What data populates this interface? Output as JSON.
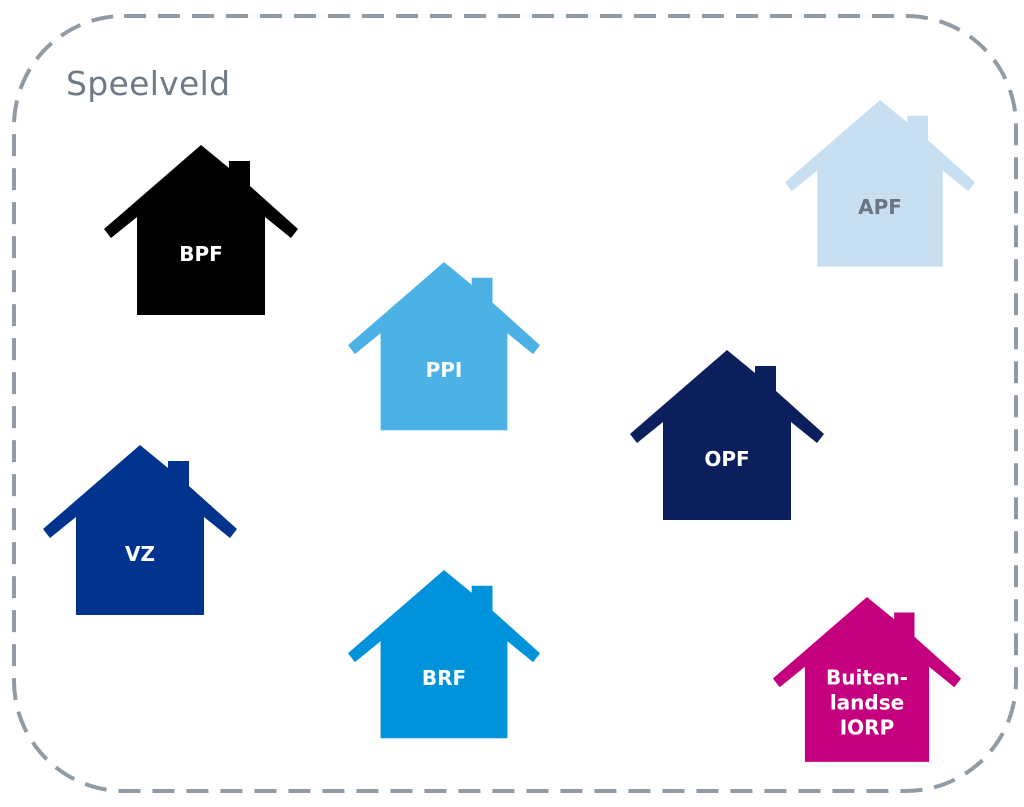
{
  "playing_field": {
    "title": "Speelveld",
    "border_color": "#909ba6"
  },
  "houses": [
    {
      "id": "bpf",
      "label": "BPF",
      "color": "#000000",
      "text_color": "#ffffff"
    },
    {
      "id": "apf",
      "label": "APF",
      "color": "#c8dff2",
      "text_color": "#6b7683"
    },
    {
      "id": "ppi",
      "label": "PPI",
      "color": "#4cb2e6",
      "text_color": "#ffffff"
    },
    {
      "id": "opf",
      "label": "OPF",
      "color": "#0a1f5c",
      "text_color": "#ffffff"
    },
    {
      "id": "vz",
      "label": "VZ",
      "color": "#00338d",
      "text_color": "#ffffff"
    },
    {
      "id": "brf",
      "label": "BRF",
      "color": "#0092db",
      "text_color": "#ffffff"
    },
    {
      "id": "buitenlandse-iorp",
      "label": "Buiten-\nlandse\nIORP",
      "color": "#c4007e",
      "text_color": "#ffffff"
    }
  ]
}
